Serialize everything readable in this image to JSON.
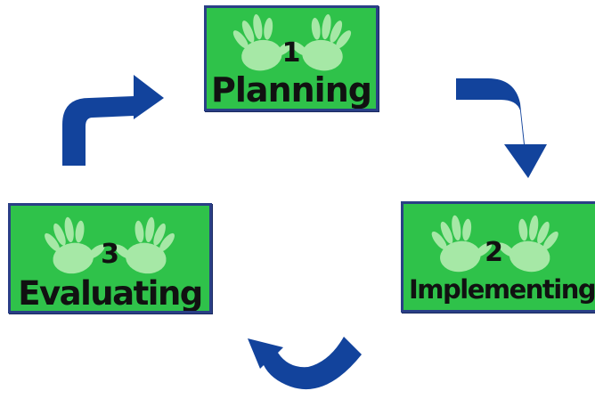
{
  "colors": {
    "box_fill": "#2fc24a",
    "box_border": "#2a3f86",
    "hand": "#a6e8a6",
    "arrow": "#12439c",
    "text": "#111111"
  },
  "stages": [
    {
      "number": "1",
      "label": "Planning"
    },
    {
      "number": "2",
      "label": "Implementing"
    },
    {
      "number": "3",
      "label": "Evaluating"
    }
  ],
  "icons": [
    "left-hand-print-icon",
    "right-hand-print-icon",
    "curved-arrow-icon"
  ]
}
